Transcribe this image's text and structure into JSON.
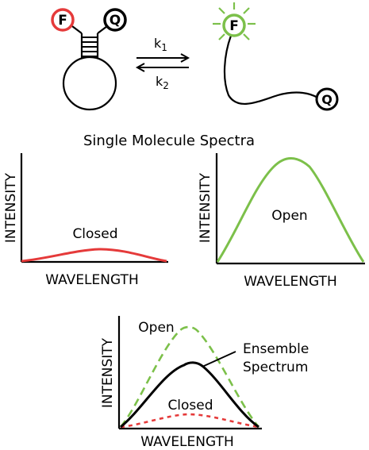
{
  "diagram": {
    "hairpin": {
      "fluorophore_label": "F",
      "quencher_label": "Q",
      "fluorophore_color": "#e53a3a",
      "quencher_color": "#000000"
    },
    "open_strand": {
      "fluorophore_label": "F",
      "quencher_label": "Q",
      "fluorophore_color": "#7cc04a"
    },
    "rates": {
      "forward": "k",
      "forward_sub": "1",
      "reverse": "k",
      "reverse_sub": "2"
    },
    "section_title": "Single Molecule Spectra",
    "closed_panel": {
      "curve_label": "Closed",
      "xlabel": "WAVELENGTH",
      "ylabel": "INTENSITY",
      "curve_color": "#e53a3a"
    },
    "open_panel": {
      "curve_label": "Open",
      "xlabel": "WAVELENGTH",
      "ylabel": "INTENSITY",
      "curve_color": "#7cc04a"
    },
    "ensemble_panel": {
      "open_label": "Open",
      "ensemble_label_line1": "Ensemble",
      "ensemble_label_line2": "Spectrum",
      "closed_label": "Closed",
      "xlabel": "WAVELENGTH",
      "ylabel": "INTENSITY",
      "open_color": "#7cc04a",
      "closed_color": "#e53a3a",
      "ensemble_color": "#000000"
    }
  }
}
